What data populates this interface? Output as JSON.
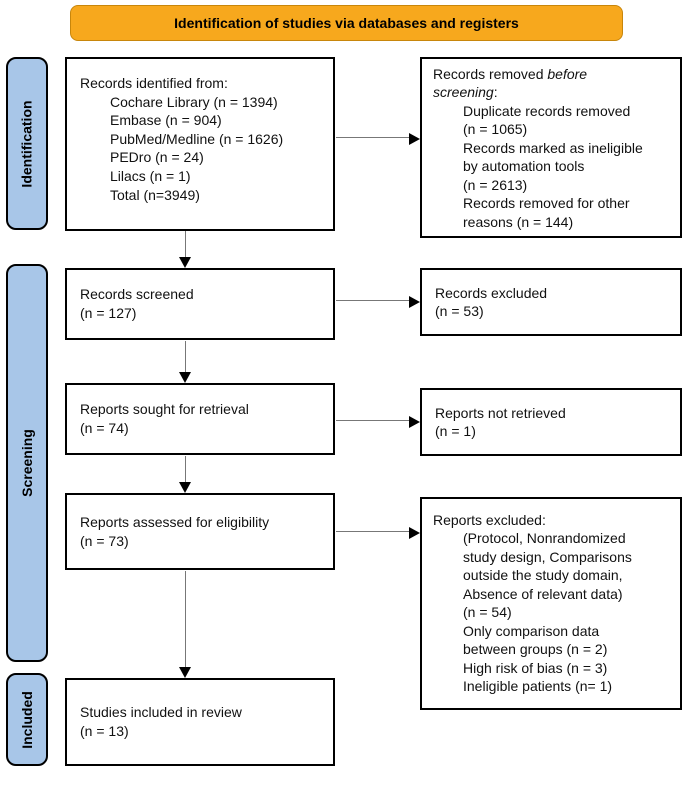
{
  "title": "Identification of studies via databases and registers",
  "stages": {
    "identification": "Identification",
    "screening": "Screening",
    "included": "Included"
  },
  "boxes": {
    "identified": {
      "heading": "Records identified from:",
      "items": [
        "Cochare Library (n = 1394)",
        "Embase (n = 904)",
        "PubMed/Medline (n = 1626)",
        "PEDro (n = 24)",
        "Lilacs (n = 1)",
        "Total (n=3949)"
      ]
    },
    "removed": {
      "prefix": "Records removed ",
      "italic_word": "before",
      "italic_word2": "screening",
      "suffix": ":",
      "items": [
        "Duplicate records removed",
        "(n = 1065)",
        "Records marked as ineligible",
        "by automation tools",
        "(n = 2613)",
        "Records removed for other",
        "reasons (n = 144)"
      ]
    },
    "screened": {
      "line1": "Records screened",
      "line2": "(n = 127)"
    },
    "records_excluded": {
      "line1": "Records excluded",
      "line2": "(n = 53)"
    },
    "sought": {
      "line1": "Reports sought for retrieval",
      "line2": "(n = 74)"
    },
    "not_retrieved": {
      "line1": "Reports not retrieved",
      "line2": "(n = 1)"
    },
    "assessed": {
      "line1": "Reports assessed for eligibility",
      "line2": "(n = 73)"
    },
    "reports_excluded": {
      "heading": "Reports excluded:",
      "items": [
        "(Protocol, Nonrandomized",
        "study design, Comparisons",
        "outside the study domain,",
        "Absence of relevant data)",
        "(n = 54)",
        "Only comparison data",
        "between groups (n = 2)",
        "High risk of bias (n = 3)",
        "Ineligible patients (n= 1)"
      ]
    },
    "included_box": {
      "line1": "Studies included in review",
      "line2": "(n = 13)"
    }
  },
  "colors": {
    "header_bg": "#F7A81D",
    "header_border": "#C8860B",
    "stage_bg": "#A8C6E8",
    "arrow_line": "#777777"
  }
}
